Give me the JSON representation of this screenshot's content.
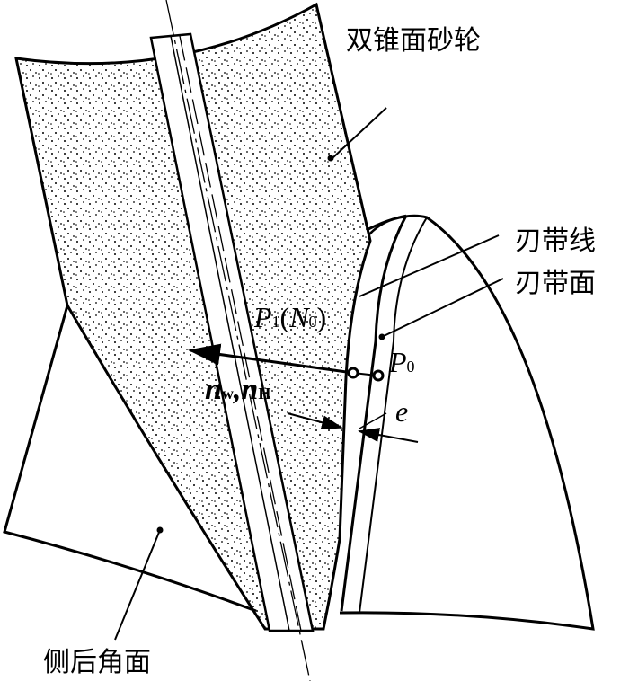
{
  "labels": {
    "wheel": "双锥面砂轮",
    "land_line": "刃带线",
    "land_face": "刃带面",
    "flank_face": "侧后角面",
    "p1": "P",
    "p1_sub": "1",
    "n0_open": "(",
    "n0": "N",
    "n0_sub": "0",
    "n0_close": ")",
    "p0": "P",
    "p0_sub": "0",
    "nw": "n",
    "nw_sub": "w",
    "comma": ",",
    "nh": "n",
    "nh_sub": "H",
    "e": "e"
  }
}
